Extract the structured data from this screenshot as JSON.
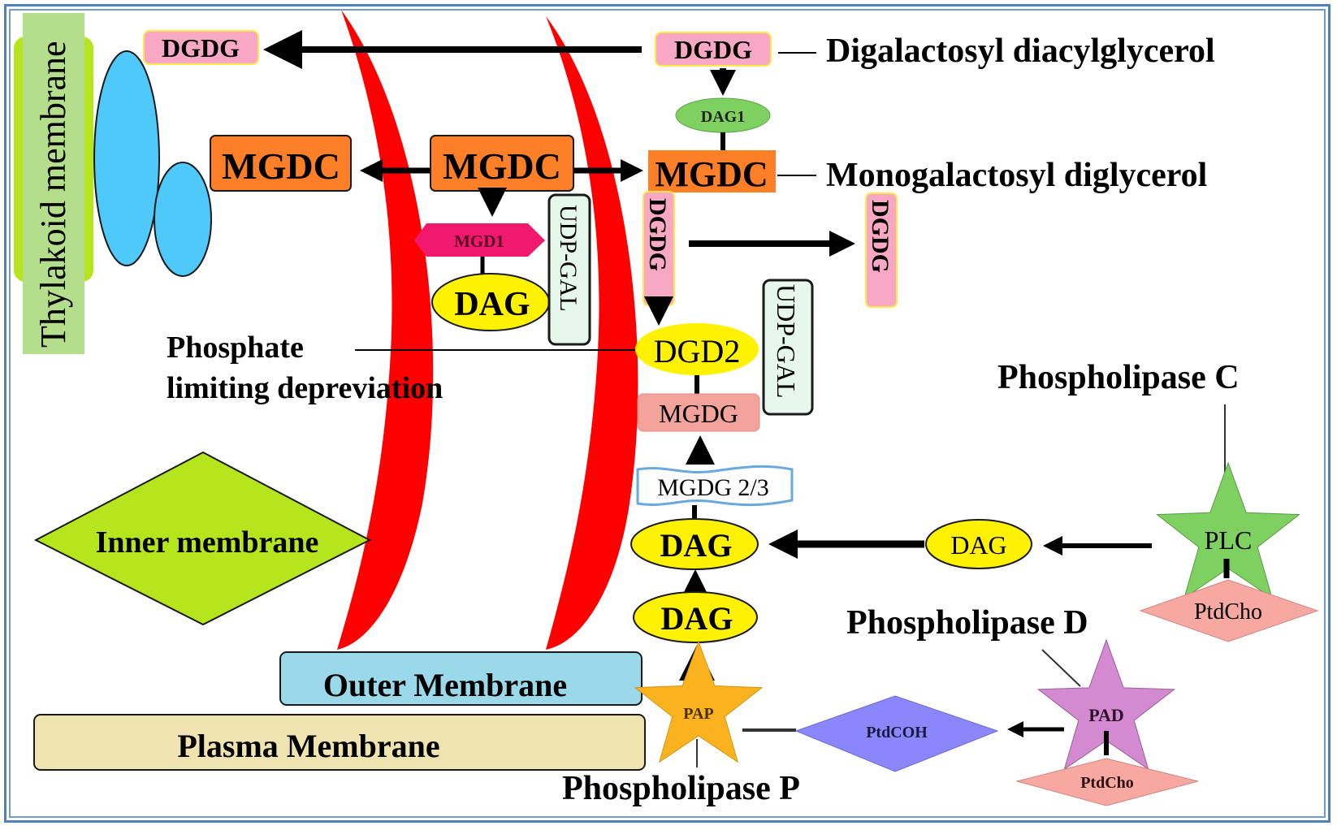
{
  "colors": {
    "frame": "#4f81bd",
    "red_membrane": "#ff0000",
    "thylakoid_bar": "#b5de8c",
    "thylakoid_bg": "#b5e61d",
    "blue_oval": "#4fc8fa",
    "orange": "#fd7f27",
    "pink_dgdg": "#f8a8c4",
    "yellow": "#fff200",
    "green_dag1": "#7ed160",
    "mgd1_pink": "#f0196e",
    "udp_gal_bg": "#e6f7ec",
    "mgdg_salmon": "#f4a39b",
    "inner_membrane": "#b5e61d",
    "outer_membrane": "#99d9ea",
    "plasma_membrane": "#efe4b0",
    "plc_star": "#7ed160",
    "ptdcho": "#f7a8a0",
    "pad_star": "#d38ad0",
    "ptdcoh": "#8a87fa",
    "pap_star": "#fbb21f"
  },
  "labels": {
    "thylakoid_membrane": "Thylakoid membrane",
    "dgdg_topleft": "DGDG",
    "dgdg_topcenter": "DGDG",
    "digalactosyl": "Digalactosyl diacylglycerol",
    "dag1": "DAG1",
    "mgdc_left": "MGDC",
    "mgdc_middle": "MGDC",
    "mgdc_right": "MGDC",
    "monogalactosyl": "Monogalactosyl diglycerol",
    "mgd1": "MGD1",
    "dag_inner": "DAG",
    "udp_gal_1": "UDP-GAL",
    "dgdg_vertical_left": "DGDG",
    "dgdg_vertical_right": "DGDG",
    "phosphate_line1": "Phosphate",
    "phosphate_line2": "limiting depreviation",
    "dgd2": "DGD2",
    "udp_gal_2": "UDP-GAL",
    "mgdg": "MGDG",
    "mgdg23": "MGDG 2/3",
    "phospholipase_c": "Phospholipase C",
    "dag_middle": "DAG",
    "dag_small_right": "DAG",
    "plc": "PLC",
    "inner_membrane": "Inner membrane",
    "dag_bottom": "DAG",
    "ptdcho_right": "PtdCho",
    "phospholipase_d": "Phospholipase D",
    "outer_membrane": "Outer Membrane",
    "plasma_membrane": "Plasma Membrane",
    "pap": "PAP",
    "ptdcoh": "PtdCOH",
    "pad": "PAD",
    "ptdcho_bottom": "PtdCho",
    "phospholipase_p": "Phospholipase P"
  }
}
